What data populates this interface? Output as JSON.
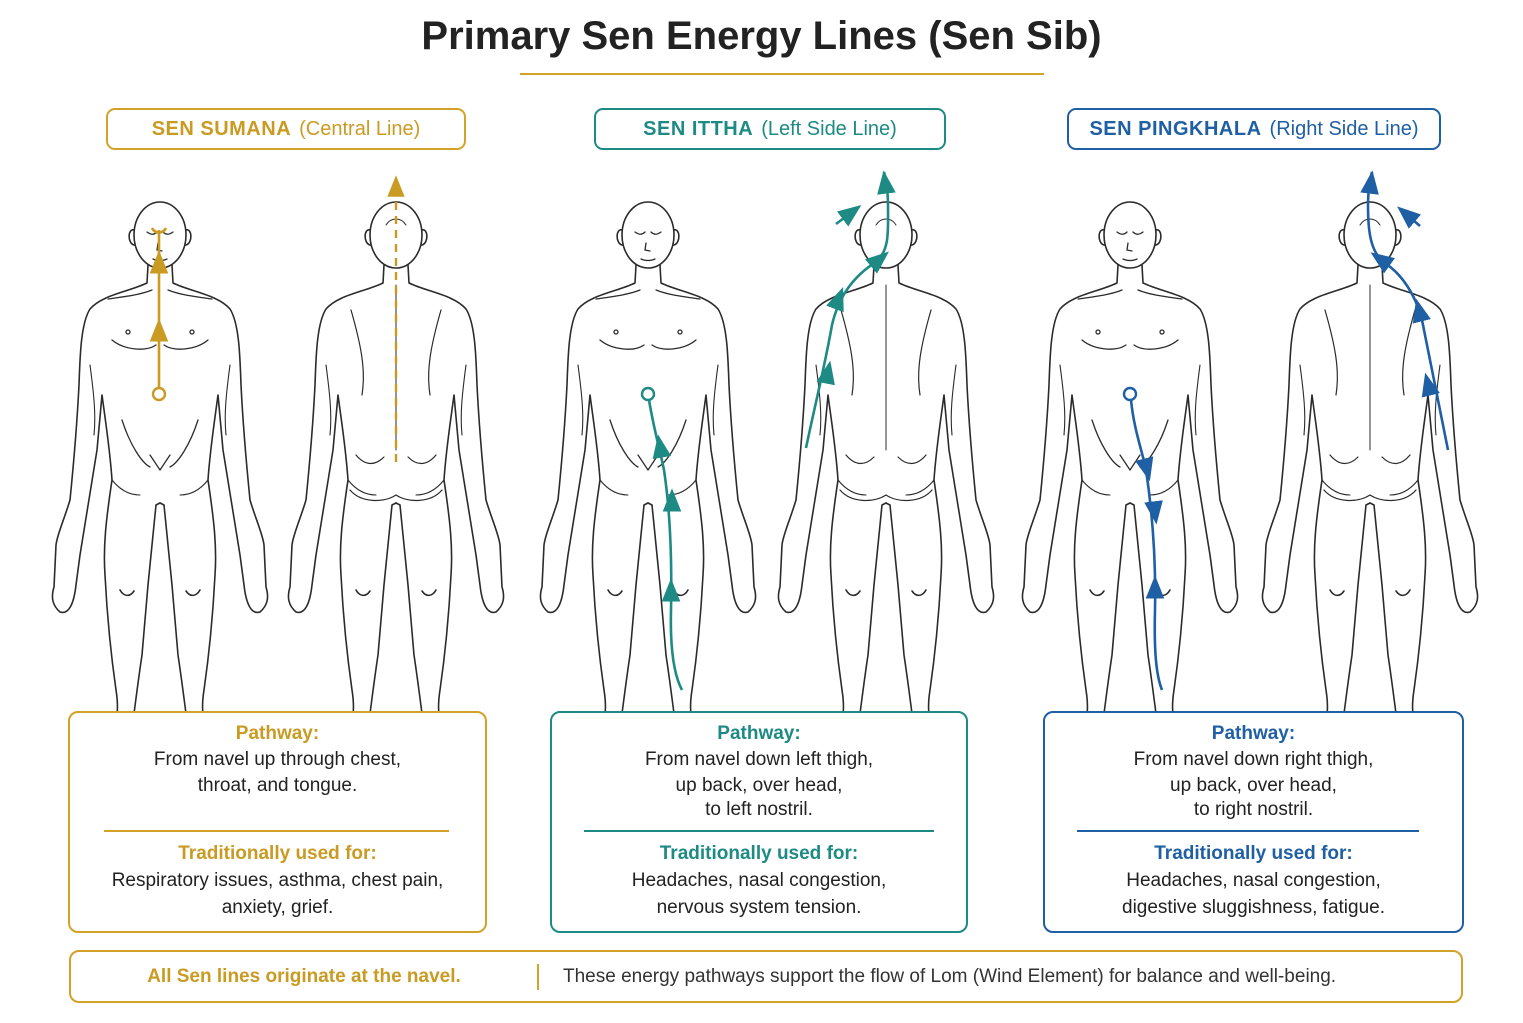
{
  "title": "Primary Sen Energy Lines (Sen Sib)",
  "colors": {
    "gold": "#c99b22",
    "teal": "#1e8a84",
    "blue": "#1f5fa3",
    "outline": "#2b2b2b"
  },
  "lines": [
    {
      "name": "SEN SUMANA",
      "subtitle": "(Central Line)",
      "color": "#c99b22",
      "pathway_heading": "Pathway:",
      "pathway": [
        "From navel up through chest,",
        "throat, and tongue."
      ],
      "uses_heading": "Traditionally used for:",
      "uses": [
        "Respiratory issues, asthma, chest pain,",
        "anxiety, grief."
      ]
    },
    {
      "name": "SEN ITTHA",
      "subtitle": "(Left Side Line)",
      "color": "#1e8a84",
      "pathway_heading": "Pathway:",
      "pathway": [
        "From navel down left thigh,",
        "up back, over head,",
        "to left nostril."
      ],
      "uses_heading": "Traditionally used for:",
      "uses": [
        "Headaches, nasal congestion,",
        "nervous system tension."
      ]
    },
    {
      "name": "SEN PINGKHALA",
      "subtitle": "(Right Side Line)",
      "color": "#1f5fa3",
      "pathway_heading": "Pathway:",
      "pathway": [
        "From navel down right thigh,",
        "up back, over head,",
        "to right nostril."
      ],
      "uses_heading": "Traditionally used for:",
      "uses": [
        "Headaches, nasal congestion,",
        "digestive sluggishness, fatigue."
      ]
    }
  ],
  "footer": {
    "left": "All Sen lines originate at the navel.",
    "right": "These energy pathways support the flow of Lom (Wind Element) for balance and well-being."
  }
}
